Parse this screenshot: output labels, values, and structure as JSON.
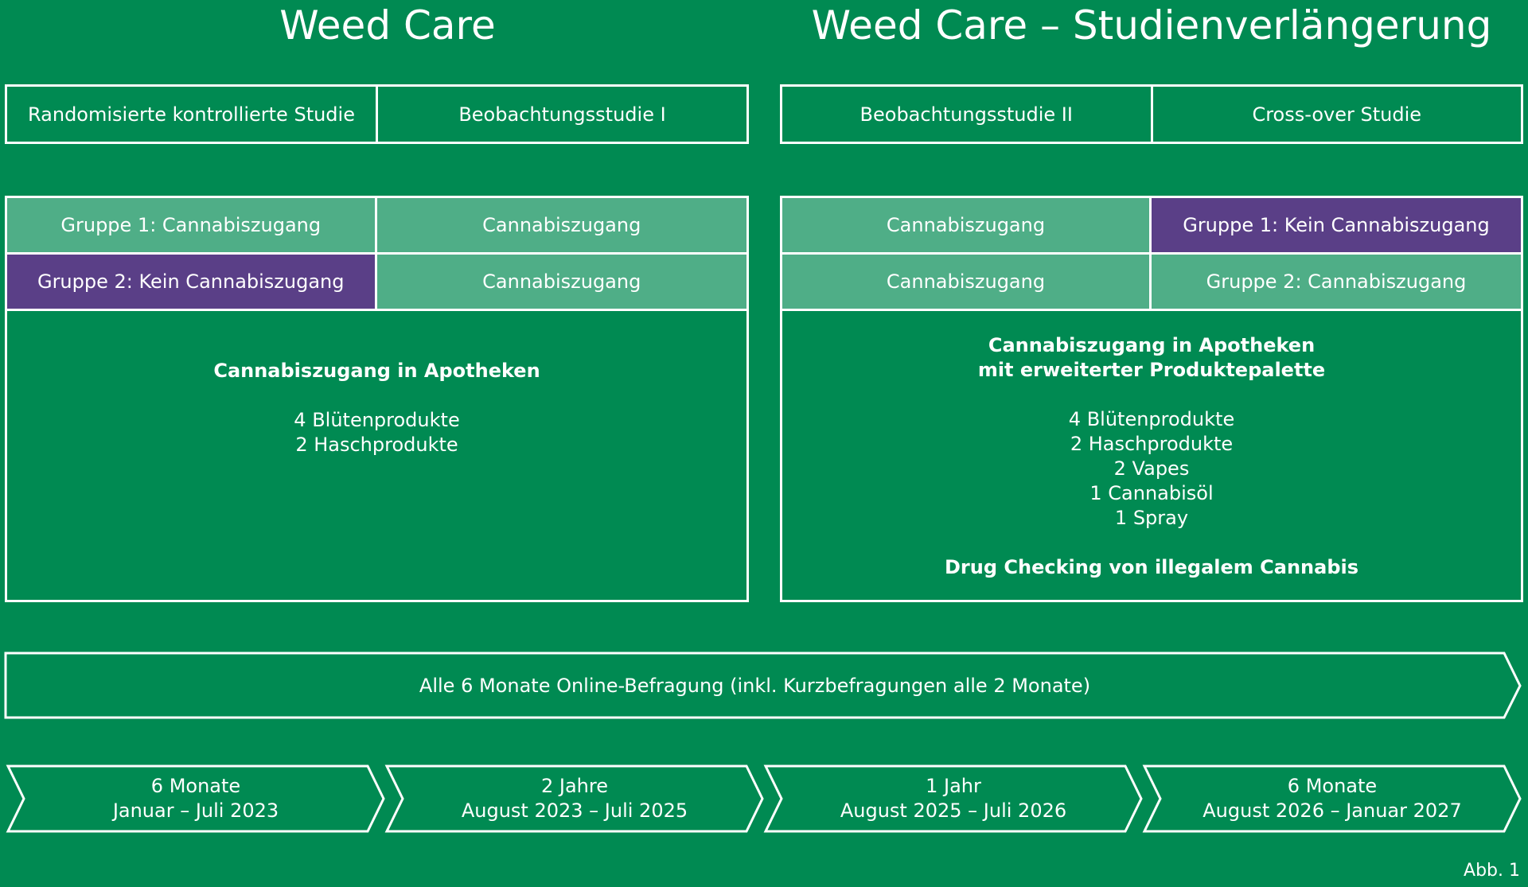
{
  "left": {
    "title": "Weed Care",
    "studies": [
      "Randomisierte kontrollierte Studie",
      "Beobachtungsstudie I"
    ],
    "groups": {
      "top_left": "Gruppe 1: Cannabiszugang",
      "top_right": "Cannabiszugang",
      "bottom_left": "Gruppe 2: Kein Cannabiszugang",
      "bottom_right": "Cannabiszugang"
    },
    "description": {
      "heading": "Cannabiszugang in Apotheken",
      "products": [
        "4 Blütenprodukte",
        "2 Haschprodukte"
      ]
    }
  },
  "right": {
    "title": "Weed Care – Studienverlängerung",
    "studies": [
      "Beobachtungsstudie II",
      "Cross-over Studie"
    ],
    "groups": {
      "top_left": "Cannabiszugang",
      "top_right": "Gruppe 1: Kein Cannabiszugang",
      "bottom_left": "Cannabiszugang",
      "bottom_right": "Gruppe 2: Cannabiszugang"
    },
    "description": {
      "heading_line1": "Cannabiszugang in Apotheken",
      "heading_line2": "mit erweiterter Produktepalette",
      "products": [
        "4 Blütenprodukte",
        "2 Haschprodukte",
        "2 Vapes",
        "1 Cannabisöl",
        "1 Spray"
      ],
      "footer": "Drug Checking von illegalem Cannabis"
    }
  },
  "survey": "Alle 6 Monate Online-Befragung (inkl. Kurzbefragungen alle 2 Monate)",
  "timeline": [
    {
      "duration": "6 Monate",
      "period": "Januar – Juli 2023"
    },
    {
      "duration": "2 Jahre",
      "period": "August 2023 – Juli 2025"
    },
    {
      "duration": "1 Jahr",
      "period": "August 2025 – Juli 2026"
    },
    {
      "duration": "6 Monate",
      "period": "August 2026 – Januar 2027"
    }
  ],
  "figure_label": "Abb. 1",
  "colors": {
    "background": "#008a52",
    "access_cell": "#4fae87",
    "no_access_cell": "#5a3f87",
    "line": "#ffffff"
  }
}
